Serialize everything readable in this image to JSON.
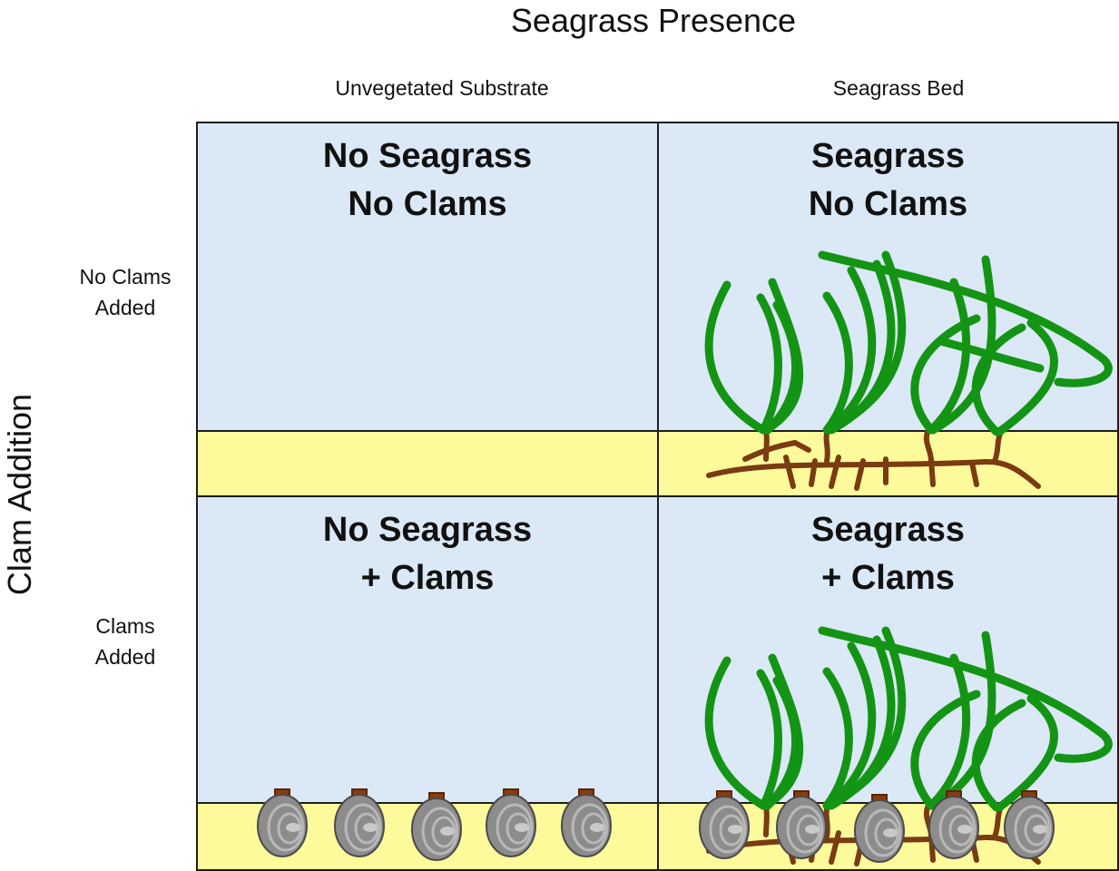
{
  "figure": {
    "column_axis_title": "Seagrass Presence",
    "row_axis_title": "Clam Addition",
    "columns": [
      "Unvegetated Substrate",
      "Seagrass Bed"
    ],
    "rows": [
      {
        "label_line1": "No Clams",
        "label_line2": "Added"
      },
      {
        "label_line1": "Clams",
        "label_line2": "Added"
      }
    ],
    "cells": [
      {
        "title_line1": "No Seagrass",
        "title_line2": "No Clams"
      },
      {
        "title_line1": "Seagrass",
        "title_line2": "No Clams"
      },
      {
        "title_line1": "No Seagrass",
        "title_line2": "+ Clams"
      },
      {
        "title_line1": "Seagrass",
        "title_line2": "+ Clams"
      }
    ]
  },
  "colors": {
    "water": "#dbe8f6",
    "sediment": "#fdfa9c",
    "seagrass": "#149414",
    "rhizome": "#7a3b12",
    "clam_shell": "#8c8c8c"
  }
}
